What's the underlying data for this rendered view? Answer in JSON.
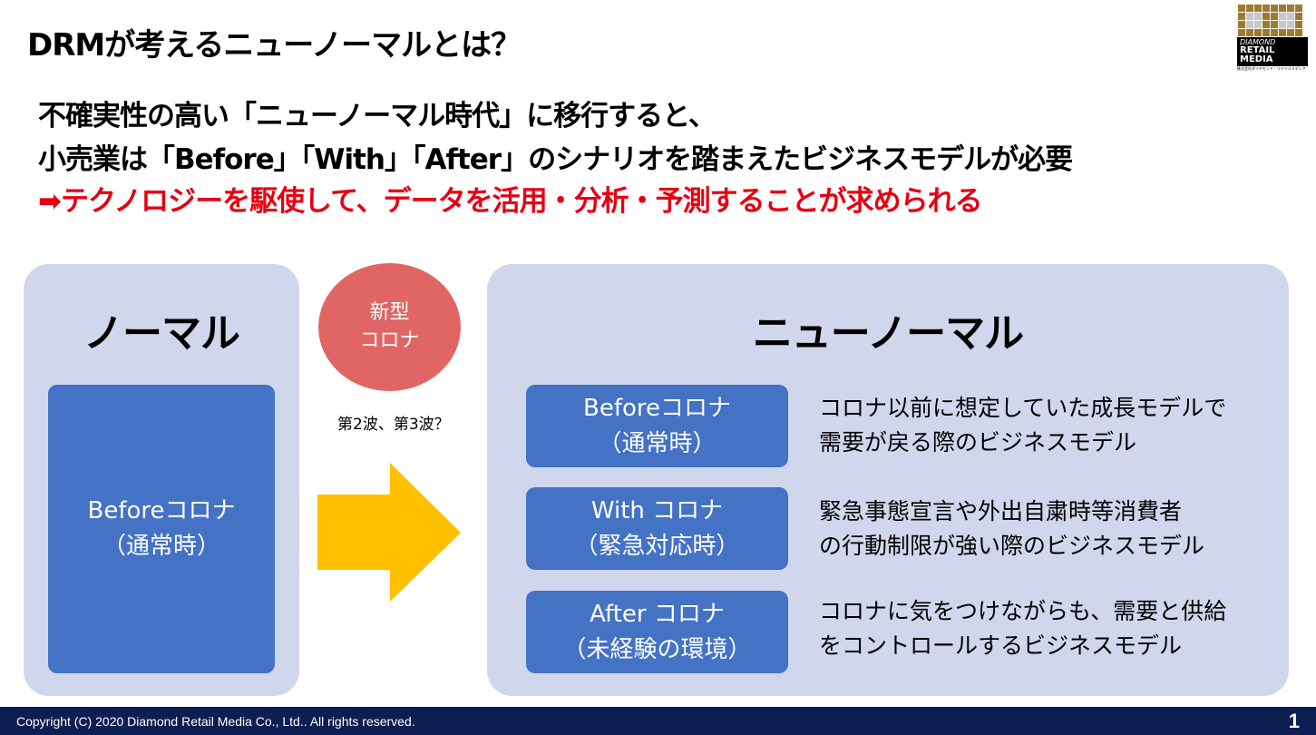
{
  "title": "DRMが考えるニューノーマルとは？",
  "lead": [
    "不確実性の高い「ニューノーマル時代」に移行すると、",
    "小売業は「Before」「With」「After」のシナリオを踏まえたビジネスモデルが必要",
    "➡テクノロジーを駆使して、データを活用・分析・予測することが求められる"
  ],
  "normal": {
    "title": "ノーマル",
    "box": [
      "Beforeコロナ",
      "（通常時）"
    ]
  },
  "covid": {
    "line1": "新型",
    "line2": "コロナ",
    "waves": "第2波、第3波？"
  },
  "new_normal": {
    "title": "ニューノーマル",
    "rows": [
      {
        "box": [
          "Beforeコロナ",
          "（通常時）"
        ],
        "desc": [
          "コロナ以前に想定していた成長モデルで",
          "需要が戻る際のビジネスモデル"
        ]
      },
      {
        "box": [
          "With コロナ",
          "（緊急対応時）"
        ],
        "desc": [
          "緊急事態宣言や外出自粛時等消費者",
          "の行動制限が強い際のビジネスモデル"
        ]
      },
      {
        "box": [
          "After コロナ",
          "（未経験の環境）"
        ],
        "desc": [
          "コロナに気をつけながらも、需要と供給",
          "をコントロールするビジネスモデル"
        ]
      }
    ]
  },
  "logo": {
    "line1": "DIAMOND",
    "line2": "RETAIL",
    "line3": "MEDIA",
    "sub": "株式会社ダイヤモンド・リテイルメディア"
  },
  "footer": {
    "copyright": "Copyright (C) 2020 Diamond Retail Media Co., Ltd.. All rights reserved.",
    "page": "1"
  }
}
